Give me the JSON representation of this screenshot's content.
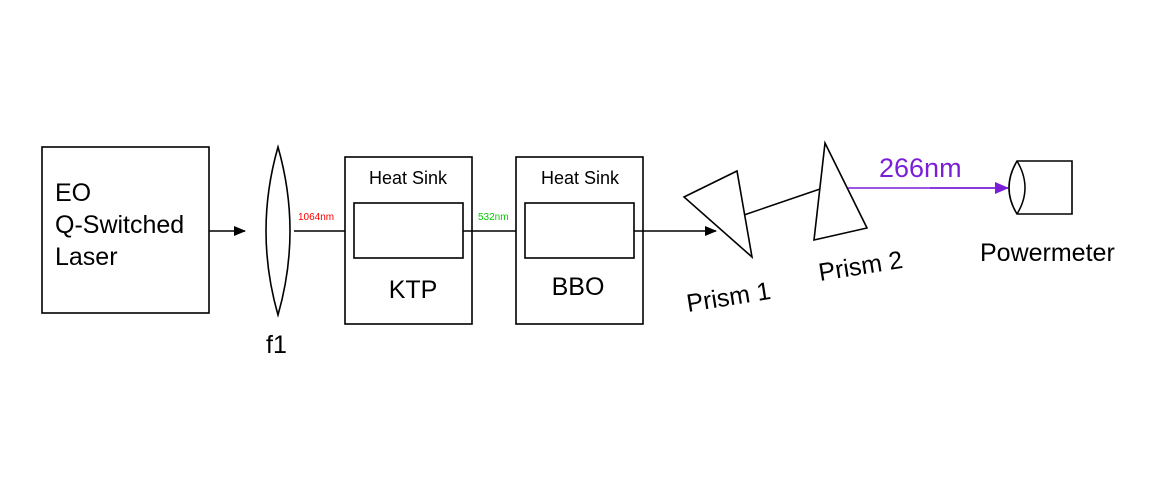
{
  "laser": {
    "lines": [
      "EO",
      "Q-Switched",
      "Laser"
    ]
  },
  "lens": {
    "label": "f1"
  },
  "ktp": {
    "heat_sink_label": "Heat Sink",
    "crystal_label": "KTP"
  },
  "bbo": {
    "heat_sink_label": "Heat Sink",
    "crystal_label": "BBO"
  },
  "beams": {
    "fundamental": {
      "label": "1064nm",
      "color": "#ff0000"
    },
    "second_harmonic": {
      "label": "532nm",
      "color": "#00cc00"
    },
    "fourth_harmonic": {
      "label": "266nm",
      "color": "#7a1fd6"
    }
  },
  "prisms": {
    "prism1_label": "Prism 1",
    "prism2_label": "Prism 2"
  },
  "detector": {
    "label": "Powermeter"
  }
}
